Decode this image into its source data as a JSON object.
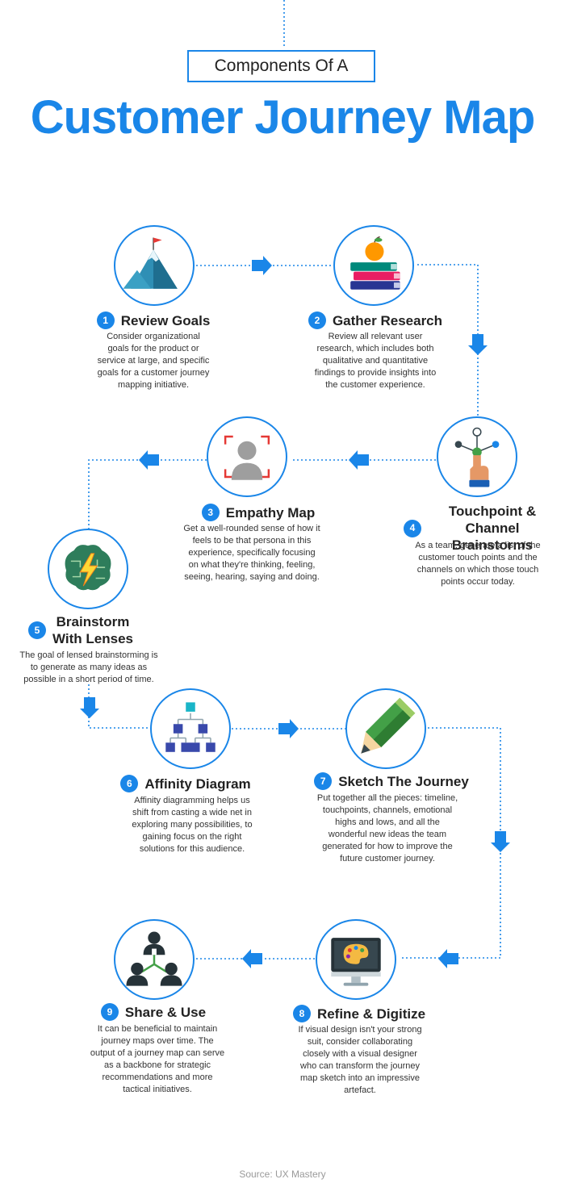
{
  "header": {
    "subtitle": "Components Of A",
    "title": "Customer Journey Map"
  },
  "colors": {
    "accent": "#1a86e8"
  },
  "steps": [
    {
      "number": "1",
      "title": "Review Goals",
      "icon": "mountain-flag-icon",
      "description": "Consider organizational goals for the product or service at large, and specific goals for a customer journey mapping initiative."
    },
    {
      "number": "2",
      "title": "Gather Research",
      "icon": "books-apple-icon",
      "description": "Review all relevant user research, which includes both qualitative and quantitative findings to provide insights into the customer experience."
    },
    {
      "number": "3",
      "title": "Empathy Map",
      "icon": "persona-focus-icon",
      "description": "Get a well-rounded sense of how it feels to be that persona in this experience, specifically focusing on what they're thinking, feeling, seeing, hearing, saying and doing."
    },
    {
      "number": "4",
      "title": "Touchpoint &\nChannel Brainstorms",
      "icon": "hand-touchpoint-icon",
      "description": "As a team, generate a list of the customer touch points and the channels on which those touch points occur today."
    },
    {
      "number": "5",
      "title": "Brainstorm\nWith Lenses",
      "icon": "brain-lightning-icon",
      "description": "The goal of lensed brainstorming is to generate as many ideas as possible in a short period of time."
    },
    {
      "number": "6",
      "title": "Affinity Diagram",
      "icon": "hierarchy-diagram-icon",
      "description": "Affinity diagramming helps us shift from casting a wide net in exploring many possibilities, to gaining focus on the right solutions for this audience."
    },
    {
      "number": "7",
      "title": "Sketch The Journey",
      "icon": "pencil-icon",
      "description": "Put together all the pieces: timeline, touchpoints, channels, emotional highs and lows, and all the wonderful new ideas the team generated for how to improve the future customer journey."
    },
    {
      "number": "8",
      "title": "Refine & Digitize",
      "icon": "monitor-palette-icon",
      "description": "If visual design isn't your strong suit, consider collaborating closely with a visual designer who can transform the journey map sketch into an impressive artefact."
    },
    {
      "number": "9",
      "title": "Share & Use",
      "icon": "people-share-icon",
      "description": "It can be beneficial to maintain journey maps over time.  The output of a journey map can serve as a backbone for strategic recommendations and more tactical initiatives."
    }
  ],
  "footer": {
    "source": "Source: UX Mastery"
  }
}
